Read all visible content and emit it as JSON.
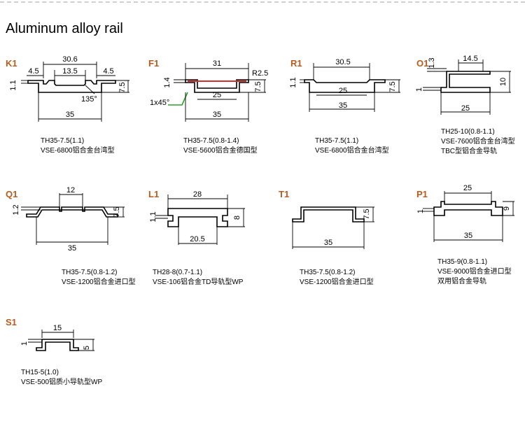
{
  "title": "Aluminum alloy rail",
  "rails": [
    {
      "code": "K1",
      "dims": {
        "top": "30.6",
        "left": "4.5",
        "mid": "13.5",
        "right": "4.5",
        "angle": "135°",
        "thick": "1.1",
        "height": "7.5",
        "bottom": "35"
      },
      "caption": [
        "TH35-7.5(1.1)",
        "VSE-6800铝合金台湾型"
      ]
    },
    {
      "code": "F1",
      "dims": {
        "top": "31",
        "radius": "R2.5",
        "chamfer": "1x45°",
        "thick": "1.4",
        "height": "7.5",
        "inner": "25",
        "bottom": "35"
      },
      "caption": [
        "TH35-7.5(0.8-1.4)",
        "VSE-5600铝合金德国型"
      ]
    },
    {
      "code": "R1",
      "dims": {
        "top": "30.5",
        "thick": "1.1",
        "height": "7.5",
        "inner": "25",
        "bottom": "35"
      },
      "caption": [
        "TH35-7.5(1.1)",
        "VSE-6800铝合金台湾型"
      ]
    },
    {
      "code": "O1",
      "dims": {
        "top": "14.5",
        "thick1": "1.3",
        "thick2": "1",
        "height": "10",
        "bottom": "25"
      },
      "caption": [
        "TH25-10(0.8-1.1)",
        "VSE-7600铝合金台湾型",
        "TBC型铝合金导轨"
      ]
    },
    {
      "code": "Q1",
      "dims": {
        "top": "12",
        "thick": "1.2",
        "height": "7.5",
        "bottom": "35"
      },
      "caption": [
        "TH35-7.5(0.8-1.2)",
        "VSE-1200铝合金进口型"
      ]
    },
    {
      "code": "L1",
      "dims": {
        "top": "28",
        "thick": "1.1",
        "height": "8",
        "inner": "20.5"
      },
      "caption": [
        "TH28-8(0.7-1.1)",
        "VSE-106铝合金TD导轨型WP"
      ]
    },
    {
      "code": "T1",
      "dims": {
        "height": "7.5",
        "bottom": "35"
      },
      "caption": [
        "TH35-7.5(0.8-1.2)",
        "VSE-1200铝合金进口型"
      ]
    },
    {
      "code": "P1",
      "dims": {
        "top": "25",
        "thick": "1",
        "height": "9",
        "bottom": "35"
      },
      "caption": [
        "TH35-9(0.8-1.1)",
        "VSE-9000铝合金进口型",
        "双用铝合金导轨"
      ]
    },
    {
      "code": "S1",
      "dims": {
        "top": "15",
        "thick": "1",
        "height": "5"
      },
      "caption": [
        "TH15-5(1.0)",
        "VSE-500铝质小导轨型WP"
      ]
    }
  ]
}
